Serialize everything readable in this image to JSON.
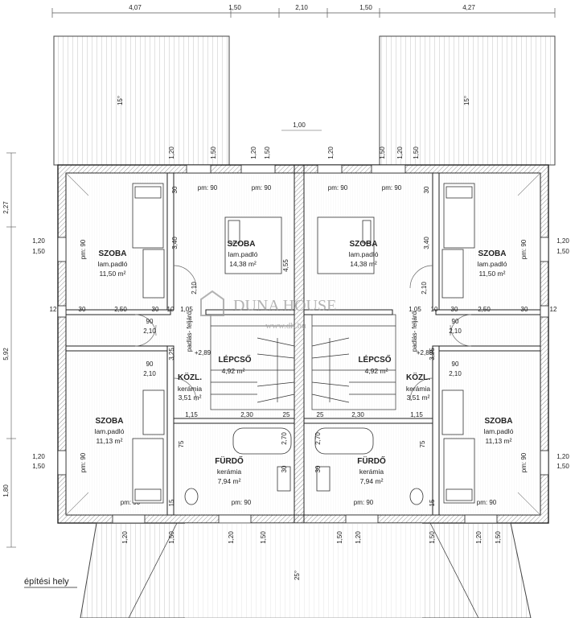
{
  "top_dims": [
    "4,07",
    "1,50",
    "2,10",
    "1,50",
    "4,27"
  ],
  "roof_pitch": "15°",
  "bottom_pitch": "25°",
  "chimney_dim": "1,00",
  "left_dims": [
    "2,27",
    "1,20",
    "1,50",
    "5,92",
    "1,20",
    "1,50",
    "1,80"
  ],
  "window_dim_120": "1,20",
  "window_dim_150": "1,50",
  "window_dim_90": "90",
  "pm_90": "pm: 90",
  "rooms": {
    "szoba_tl": {
      "name": "SZOBA",
      "floor": "lam.padló",
      "area": "11,50 m²"
    },
    "szoba_tc": {
      "name": "SZOBA",
      "floor": "lam.padló",
      "area": "14,38 m²"
    },
    "szoba_tcr": {
      "name": "SZOBA",
      "floor": "lam.padló",
      "area": "14,38 m²"
    },
    "szoba_tr": {
      "name": "SZOBA",
      "floor": "lam.padló",
      "area": "11,50 m²"
    },
    "lepcso_l": {
      "name": "LÉPCSŐ",
      "area": "4,92 m²"
    },
    "lepcso_r": {
      "name": "LÉPCSŐ",
      "area": "4,92 m²"
    },
    "kozl_l": {
      "name": "KÖZL.",
      "floor": "kerámia",
      "area": "3,51 m²"
    },
    "kozl_r": {
      "name": "KÖZL.",
      "floor": "kerámia",
      "area": "3,51 m²"
    },
    "szoba_bl": {
      "name": "SZOBA",
      "floor": "lam.padló",
      "area": "11,13 m²"
    },
    "szoba_br": {
      "name": "SZOBA",
      "floor": "lam.padló",
      "area": "11,13 m²"
    },
    "furdo_l": {
      "name": "FÜRDŐ",
      "floor": "kerámia",
      "area": "7,94 m²"
    },
    "furdo_r": {
      "name": "FÜRDŐ",
      "floor": "kerámia",
      "area": "7,94 m²"
    }
  },
  "inner_dims": {
    "d30": "30",
    "d12": "12",
    "d250": "2,50",
    "d90": "90",
    "d210": "2,10",
    "d105": "1,05",
    "d10": "10",
    "d340": "3,40",
    "d455": "4,55",
    "d325": "3,25",
    "d289": "+2,89",
    "d115": "1,15",
    "d230": "2,30",
    "d25": "25",
    "d75": "75",
    "d120": "1,20",
    "d270": "2,70",
    "d15": "15"
  },
  "padlas": "padlás-\nfeljáró",
  "watermark": {
    "brand": "DUNA HOUSE",
    "url": "www.dh.hu"
  },
  "bottom_label": "építési hely"
}
